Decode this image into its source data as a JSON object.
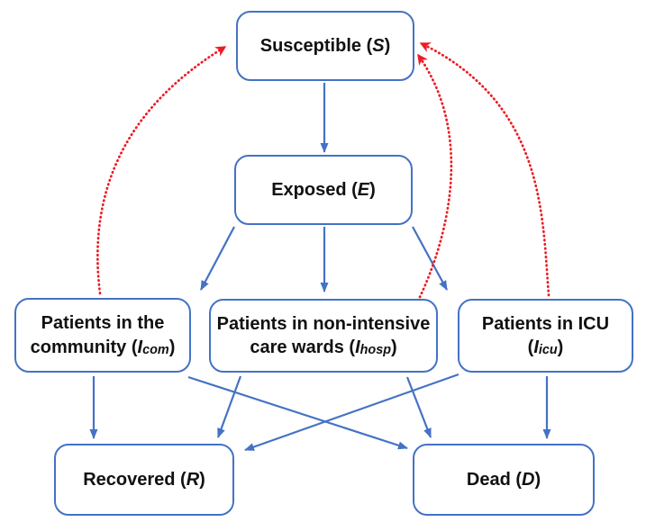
{
  "diagram_type": "epidemiological-compartment-flow-diagram",
  "colors": {
    "box_border": "#4472C4",
    "solid_arrow": "#4472C4",
    "dotted_arrow": "#EC1C24",
    "text": "#111111",
    "background": "#ffffff"
  },
  "nodes": {
    "susceptible": {
      "pre": "Susceptible (",
      "var": "S",
      "post": ")"
    },
    "exposed": {
      "pre": "Exposed (",
      "var": "E",
      "post": ")"
    },
    "community": {
      "line1": "Patients in the",
      "pre": "community (",
      "var": "I",
      "sub": "com",
      "post": ")"
    },
    "hosp": {
      "line1": "Patients in non-intensive",
      "pre": "care wards (",
      "var": "I",
      "sub": "hosp",
      "post": ")"
    },
    "icu": {
      "line1": "Patients in ICU",
      "pre": "(",
      "var": "I",
      "sub": "icu",
      "post": ")"
    },
    "recovered": {
      "pre": "Recovered (",
      "var": "R",
      "post": ")"
    },
    "dead": {
      "pre": "Dead (",
      "var": "D",
      "post": ")"
    }
  },
  "edges": [
    {
      "from": "susceptible",
      "to": "exposed",
      "style": "solid-blue"
    },
    {
      "from": "exposed",
      "to": "community",
      "style": "solid-blue"
    },
    {
      "from": "exposed",
      "to": "hosp",
      "style": "solid-blue"
    },
    {
      "from": "exposed",
      "to": "icu",
      "style": "solid-blue"
    },
    {
      "from": "community",
      "to": "recovered",
      "style": "solid-blue"
    },
    {
      "from": "community",
      "to": "dead",
      "style": "solid-blue"
    },
    {
      "from": "hosp",
      "to": "recovered",
      "style": "solid-blue"
    },
    {
      "from": "hosp",
      "to": "dead",
      "style": "solid-blue"
    },
    {
      "from": "icu",
      "to": "recovered",
      "style": "solid-blue"
    },
    {
      "from": "icu",
      "to": "dead",
      "style": "solid-blue"
    },
    {
      "from": "community",
      "to": "susceptible",
      "style": "dotted-red"
    },
    {
      "from": "hosp",
      "to": "susceptible",
      "style": "dotted-red"
    },
    {
      "from": "icu",
      "to": "susceptible",
      "style": "dotted-red"
    }
  ]
}
